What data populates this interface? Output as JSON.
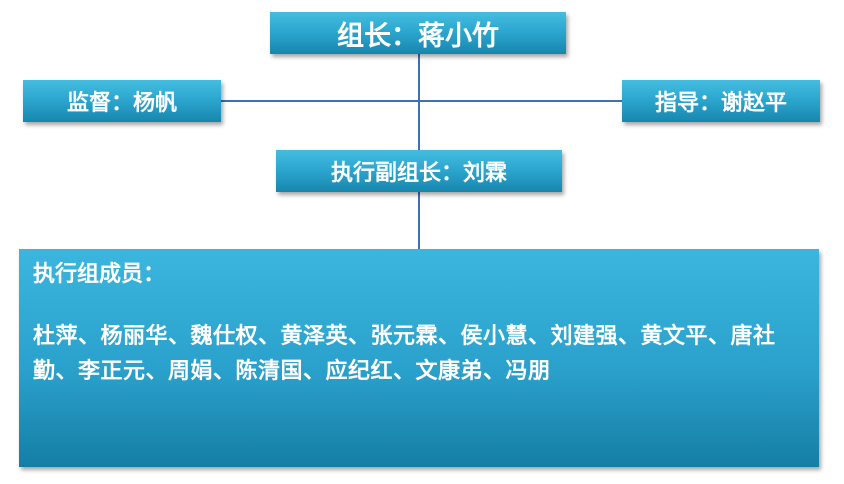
{
  "leader": {
    "text": "组长：蒋小竹"
  },
  "supervisor": {
    "text": "监督：杨帆"
  },
  "advisor": {
    "text": "指导：谢赵平"
  },
  "deputy": {
    "text": "执行副组长：刘霖"
  },
  "members": {
    "title": "执行组成员：",
    "names": "杜萍、杨丽华、魏仕权、黄泽英、张元霖、侯小慧、刘建强、黄文平、唐社勤、李正元、周娟、陈清国、应纪红、文康弟、冯朋"
  },
  "colors": {
    "box_top": "#45bde0",
    "box_bottom": "#1786ad",
    "connector": "#3f6fb5",
    "text": "#ffffff"
  }
}
